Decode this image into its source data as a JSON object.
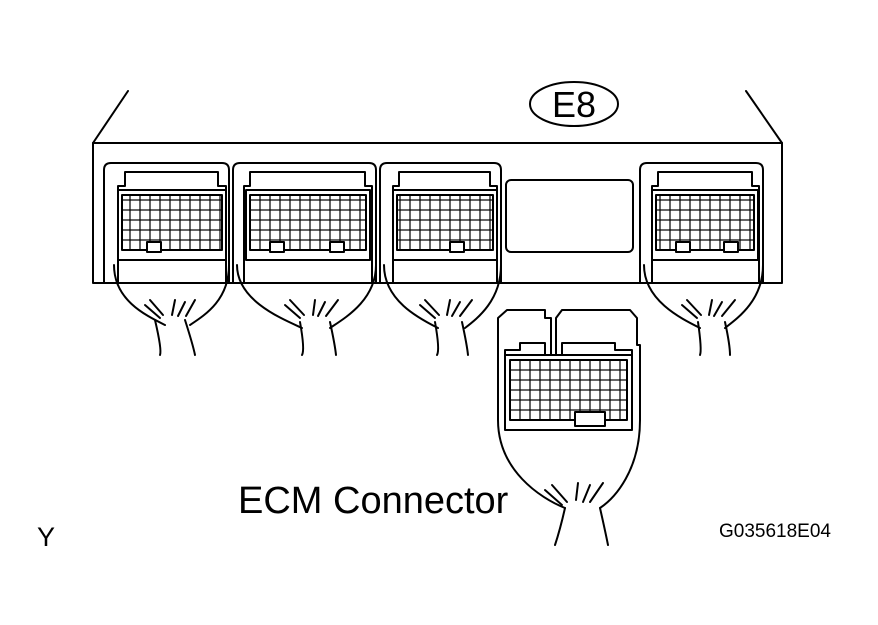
{
  "diagram": {
    "connector_code": "E8",
    "label": "ECM Connector",
    "corner_letter": "Y",
    "figure_code": "G035618E04",
    "colors": {
      "line": "#000000",
      "background": "#ffffff"
    }
  }
}
